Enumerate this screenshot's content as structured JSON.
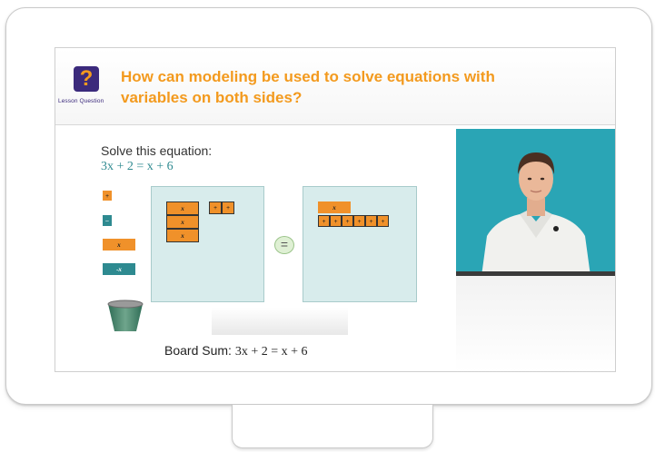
{
  "header": {
    "icon_glyph": "?",
    "lesson_label": "Lesson Question",
    "title": "How can modeling be used to solve equations with variables on both sides?"
  },
  "problem": {
    "prompt": "Solve this equation:",
    "equation": "3x + 2 = x + 6"
  },
  "tile_palette": [
    {
      "label": "+",
      "color": "orange"
    },
    {
      "label": "–",
      "color": "teal"
    },
    {
      "label": "x",
      "color": "orange"
    },
    {
      "label": "-x",
      "color": "teal"
    }
  ],
  "left_board": {
    "x_tiles": [
      "x",
      "x",
      "x"
    ],
    "unit_tiles": [
      "+",
      "+"
    ]
  },
  "equals_sign": "=",
  "right_board": {
    "x_tiles": [
      "x"
    ],
    "unit_tiles": [
      "+",
      "+",
      "+",
      "+",
      "+",
      "+"
    ]
  },
  "board_sum": {
    "label": "Board Sum:",
    "equation": "3x + 2 = x + 6"
  },
  "colors": {
    "accent": "#f39a1e",
    "brand": "#3b2a7c",
    "teal": "#2e8a90",
    "board": "#d8ecec"
  }
}
